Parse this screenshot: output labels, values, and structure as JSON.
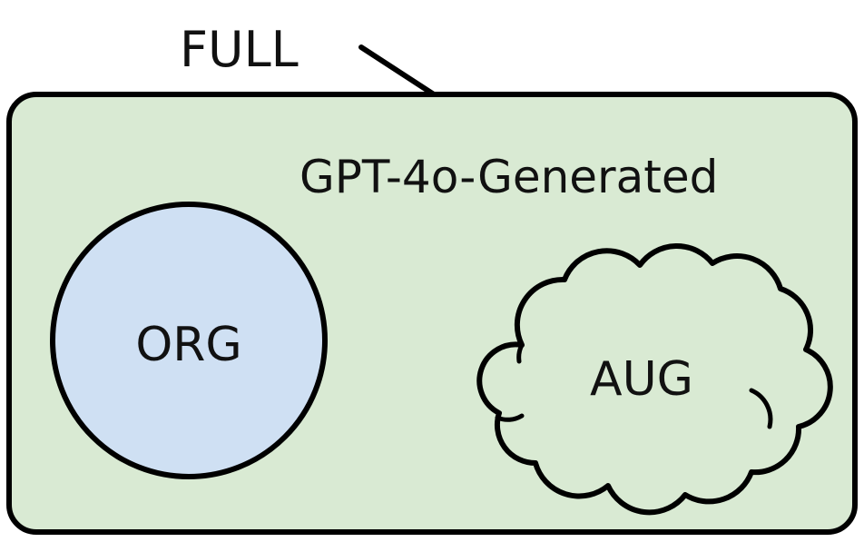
{
  "diagram": {
    "full_label": "FULL",
    "region_label": "GPT-4o-Generated",
    "org_label": "ORG",
    "aug_label": "AUG"
  },
  "colors": {
    "region_fill": "#d9ead3",
    "org_fill": "#cfe0f3",
    "aug_fill": "#d9ead3",
    "stroke": "#000000"
  }
}
